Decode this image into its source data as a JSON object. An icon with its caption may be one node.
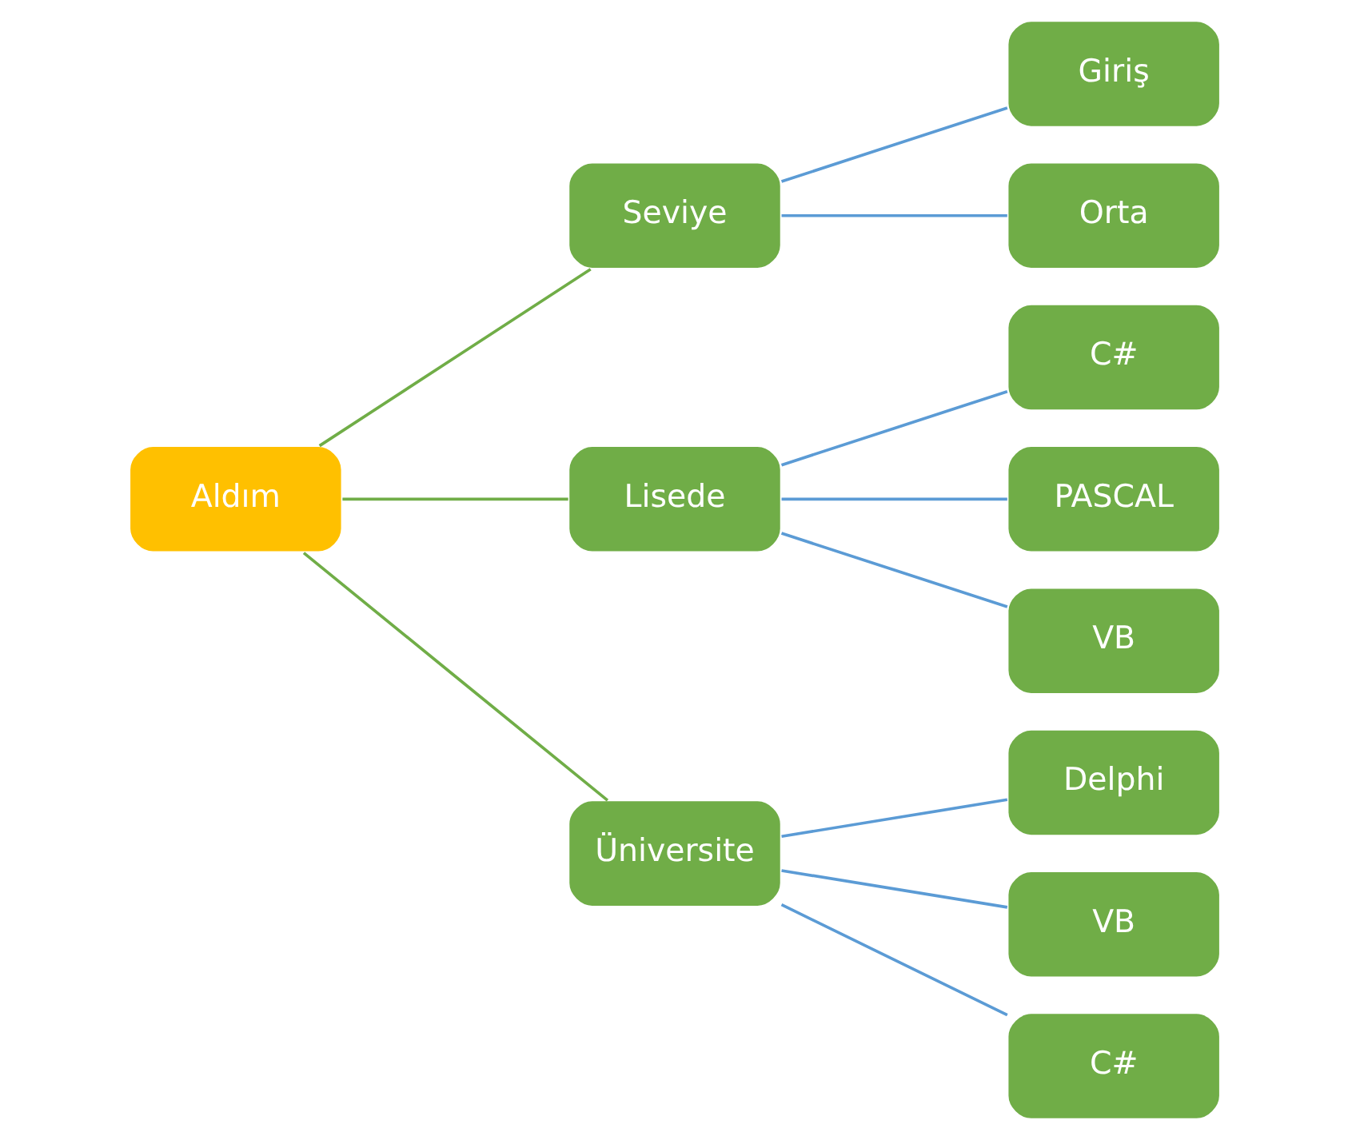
{
  "diagram": {
    "nodes": [
      {
        "text": [
          "Aldım"
        ]
      },
      {
        "text": [
          "Seviye"
        ]
      },
      {
        "text": [
          "Giriş"
        ]
      },
      {
        "text": [
          "Orta"
        ]
      },
      {
        "text": [
          "Lisede"
        ]
      },
      {
        "text": [
          "C#"
        ]
      },
      {
        "text": [
          "PASCAL"
        ]
      },
      {
        "text": [
          "VB"
        ]
      },
      {
        "text": [
          "Üniversite"
        ]
      },
      {
        "text": [
          "Delphi"
        ]
      },
      {
        "text": [
          "VB"
        ]
      },
      {
        "text": [
          "C#"
        ]
      }
    ],
    "edges": [
      {
        "from": 0,
        "to": 1,
        "arrow": "none",
        "color": "#70ad47"
      },
      {
        "from": 0,
        "to": 4,
        "arrow": "none",
        "color": "#70ad47"
      },
      {
        "from": 0,
        "to": 8,
        "arrow": "none",
        "color": "#70ad47"
      },
      {
        "from": 1,
        "to": 2,
        "arrow": "none"
      },
      {
        "from": 1,
        "to": 3,
        "arrow": "none"
      },
      {
        "from": 4,
        "to": 5,
        "arrow": "none"
      },
      {
        "from": 4,
        "to": 6,
        "arrow": "none"
      },
      {
        "from": 4,
        "to": 7,
        "arrow": "none"
      },
      {
        "from": 8,
        "to": 9,
        "arrow": "none"
      },
      {
        "from": 8,
        "to": 10,
        "arrow": "none"
      },
      {
        "from": 8,
        "to": 11,
        "arrow": "none"
      }
    ]
  }
}
